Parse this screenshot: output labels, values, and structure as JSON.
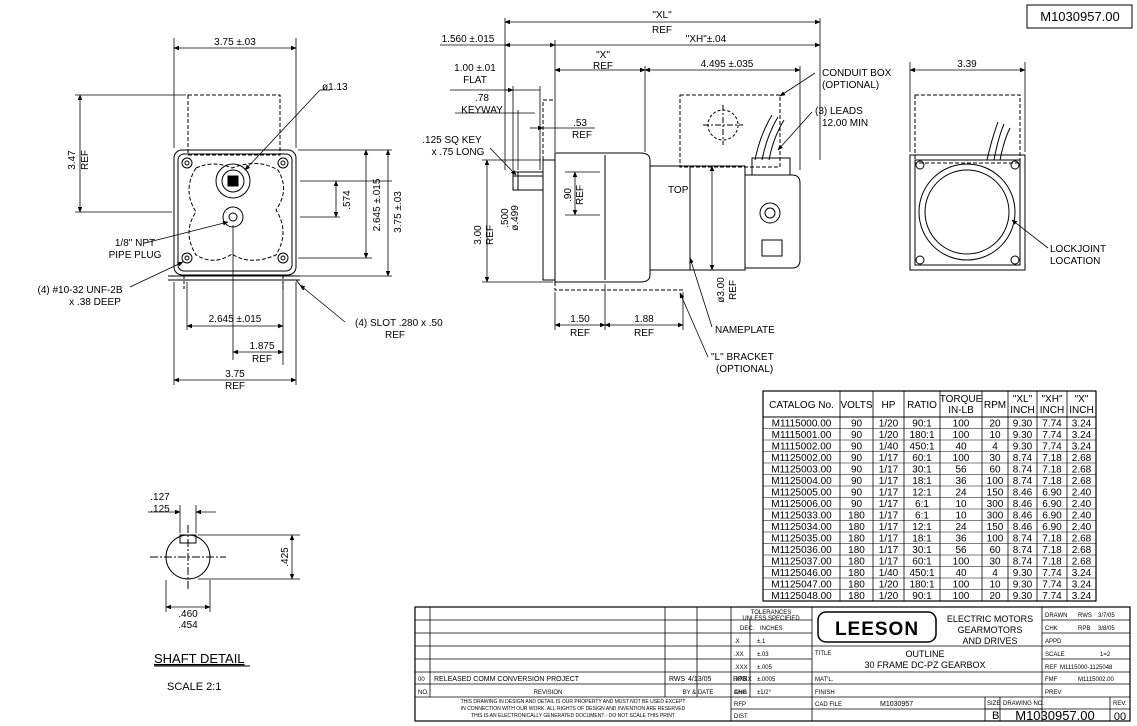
{
  "drawing_number_box": "M1030957.00",
  "front_view": {
    "width_top": "3.75 ±.03",
    "height_left": "3.47",
    "height_left_ref": "REF",
    "hole_dia": "ø1.13",
    "dim_574": ".574",
    "dim_2645_v": "2.645 ±.015",
    "dim_375_v": "3.75 ±.03",
    "pipe_plug_1": "1/8\" NPT",
    "pipe_plug_2": "PIPE PLUG",
    "tapped_1": "(4) #10-32 UNF-2B",
    "tapped_2": "x .38 DEEP",
    "slot_1": "(4) SLOT .280 x .50",
    "slot_2": "REF",
    "dim_2645_h": "2.645 ±.015",
    "dim_1875": "1.875",
    "dim_1875_ref": "REF",
    "dim_375_bottom": "3.75",
    "dim_375_bottom_ref": "REF"
  },
  "side_view": {
    "xl": "\"XL\"",
    "xl_ref": "REF",
    "dim_1560": "1.560 ±.015",
    "xh": "\"XH\"±.04",
    "x": "\"X\"",
    "x_ref": "REF",
    "dim_4495": "4.495 ±.035",
    "flat": "1.00 ±.01",
    "flat_label": "FLAT",
    "keyway": ".78",
    "keyway_label": "KEYWAY",
    "key_1": ".125 SQ KEY",
    "key_2": "x .75 LONG",
    "dim_53": ".53",
    "dim_53_ref": "REF",
    "dim_90": ".90",
    "dim_90_ref": "REF",
    "shaft_dia_1": ".500",
    "shaft_dia_2": "ø.499",
    "dim_300": "3.00",
    "dim_300_ref": "REF",
    "top_label": "TOP",
    "dia_300": "ø3.00",
    "dia_300_ref": "REF",
    "dim_150": "1.50",
    "dim_150_ref": "REF",
    "dim_188": "1.88",
    "dim_188_ref": "REF",
    "conduit_1": "CONDUIT BOX",
    "conduit_2": "(OPTIONAL)",
    "leads_1": "(3) LEADS",
    "leads_2": "12.00 MIN",
    "nameplate": "NAMEPLATE",
    "bracket_1": "\"L\" BRACKET",
    "bracket_2": "(OPTIONAL)"
  },
  "end_view": {
    "width": "3.39",
    "lockjoint_1": "LOCKJOINT",
    "lockjoint_2": "LOCATION"
  },
  "shaft_detail": {
    "dim_127": ".127",
    "dim_125": ".125",
    "dim_425": ".425",
    "dim_460": ".460",
    "dim_454": ".454",
    "title": "SHAFT DETAIL",
    "scale": "SCALE 2:1"
  },
  "catalog_table": {
    "headers": [
      [
        "CATALOG No.",
        ""
      ],
      [
        "VOLTS",
        ""
      ],
      [
        "HP",
        ""
      ],
      [
        "RATIO",
        ""
      ],
      [
        "TORQUE",
        "IN-LB"
      ],
      [
        "RPM",
        ""
      ],
      [
        "\"XL\"",
        "INCH"
      ],
      [
        "\"XH\"",
        "INCH"
      ],
      [
        "\"X\"",
        "INCH"
      ]
    ],
    "rows": [
      [
        "M1115000.00",
        "90",
        "1/20",
        "90:1",
        "100",
        "20",
        "9.30",
        "7.74",
        "3.24"
      ],
      [
        "M1115001.00",
        "90",
        "1/20",
        "180:1",
        "100",
        "10",
        "9.30",
        "7.74",
        "3.24"
      ],
      [
        "M1115002.00",
        "90",
        "1/40",
        "450:1",
        "40",
        "4",
        "9.30",
        "7.74",
        "3.24"
      ],
      [
        "M1125002.00",
        "90",
        "1/17",
        "60:1",
        "100",
        "30",
        "8.74",
        "7.18",
        "2.68"
      ],
      [
        "M1125003.00",
        "90",
        "1/17",
        "30:1",
        "56",
        "60",
        "8.74",
        "7.18",
        "2.68"
      ],
      [
        "M1125004.00",
        "90",
        "1/17",
        "18:1",
        "36",
        "100",
        "8.74",
        "7.18",
        "2.68"
      ],
      [
        "M1125005.00",
        "90",
        "1/17",
        "12:1",
        "24",
        "150",
        "8.46",
        "6.90",
        "2.40"
      ],
      [
        "M1125006.00",
        "90",
        "1/17",
        "6:1",
        "10",
        "300",
        "8.46",
        "6.90",
        "2.40"
      ],
      [
        "M1125033.00",
        "180",
        "1/17",
        "6:1",
        "10",
        "300",
        "8.46",
        "6.90",
        "2.40"
      ],
      [
        "M1125034.00",
        "180",
        "1/17",
        "12:1",
        "24",
        "150",
        "8.46",
        "6.90",
        "2.40"
      ],
      [
        "M1125035.00",
        "180",
        "1/17",
        "18:1",
        "36",
        "100",
        "8.74",
        "7.18",
        "2.68"
      ],
      [
        "M1125036.00",
        "180",
        "1/17",
        "30:1",
        "56",
        "60",
        "8.74",
        "7.18",
        "2.68"
      ],
      [
        "M1125037.00",
        "180",
        "1/17",
        "60:1",
        "100",
        "30",
        "8.74",
        "7.18",
        "2.68"
      ],
      [
        "M1125046.00",
        "180",
        "1/40",
        "450:1",
        "40",
        "4",
        "9.30",
        "7.74",
        "3.24"
      ],
      [
        "M1125047.00",
        "180",
        "1/20",
        "180:1",
        "100",
        "10",
        "9.30",
        "7.74",
        "3.24"
      ],
      [
        "M1125048.00",
        "180",
        "1/20",
        "90:1",
        "100",
        "20",
        "9.30",
        "7.74",
        "3.24"
      ]
    ]
  },
  "title_block": {
    "tol_1": "TOLERANCES",
    "tol_2": "UNLESS SPECIFIED",
    "tol_dec": "DEC.",
    "tol_inches": "INCHES",
    "tol_rows": [
      [
        ".X",
        "±.1"
      ],
      [
        ".XX",
        "±.03"
      ],
      [
        ".XXX",
        "±.005"
      ],
      [
        ".XXXX",
        "±.0005"
      ],
      [
        "ANG",
        "±1/2°"
      ]
    ],
    "logo": "LEESON",
    "company_1": "ELECTRIC MOTORS",
    "company_2": "GEARMOTORS",
    "company_3": "AND DRIVES",
    "drawn_label": "DRAWN",
    "drawn_by": "RWS",
    "drawn_date": "3/7/05",
    "chk_label": "CHK",
    "chk_by": "RPB",
    "chk_date": "3/8/05",
    "appd_label": "APPD",
    "scale_label": "SCALE",
    "scale_value": "1=2",
    "ref_label": "REF",
    "ref_value": "M1115000-1125048",
    "fmf_label": "FMF",
    "fmf_value": "M1115002.00",
    "prev_label": "PREV",
    "title_label": "TITLE",
    "title_1": "OUTLINE",
    "title_2": "30 FRAME DC-PZ GEARBOX",
    "matl_label": "MAT'L.",
    "finish_label": "FINISH",
    "rev_no": "00",
    "rev_desc": "RELEASED COMM CONVERSION PROJECT",
    "rev_by": "RWS",
    "rev_date": "4/13/05",
    "rev_chk": "RPB",
    "hdr_no": "NO.",
    "hdr_revision": "REVISION",
    "hdr_by_date": "BY & DATE",
    "hdr_chk": "CHK",
    "notice_1": "THIS DRAWING IN DESIGN AND DETAIL IS OUR PROPERTY AND MUST NOT BE USED EXCEPT",
    "notice_2": "IN CONNECTION WITH OUR WORK. ALL RIGHTS OF DESIGN AND INVENTION ARE RESERVED",
    "notice_3": "THIS IS AN ELECTRONICALLY GENERATED DOCUMENT - DO NOT SCALE THIS PRINT",
    "rfp_label": "RFP",
    "dist_label": "DIST",
    "cad_label": "CAD FILE",
    "cad_value": "M1030957",
    "size_label": "SIZE",
    "size_value": "B",
    "dwgno_label": "DRAWING NO.",
    "dwgno_value": "M1030957.00",
    "rev_label": "REV.",
    "rev_value": "00"
  }
}
